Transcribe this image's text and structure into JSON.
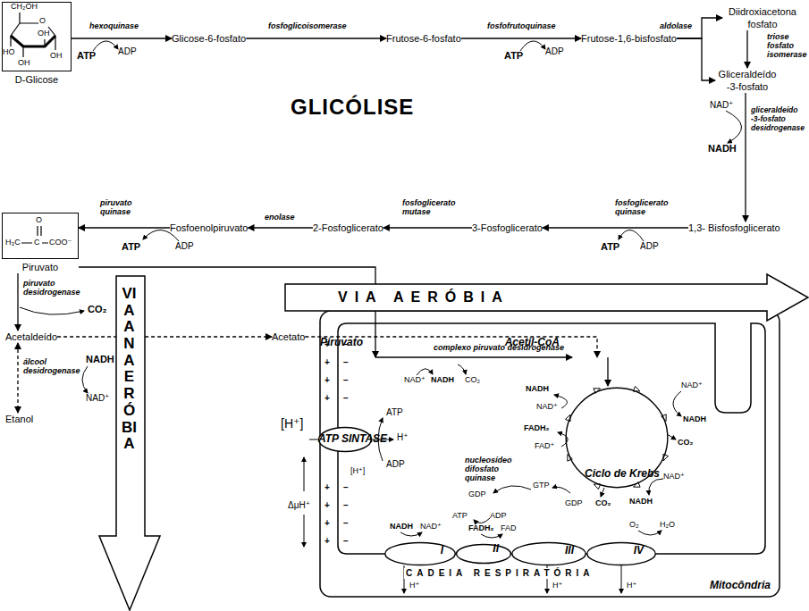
{
  "diagram": {
    "nodes": [
      {
        "text": [
          "D-Glicose"
        ]
      },
      {
        "text": [
          "Glicose-6-fosfato"
        ]
      },
      {
        "text": [
          "Frutose-6-fosfato"
        ]
      },
      {
        "text": [
          "Frutose-1,6-bisfosfato"
        ]
      },
      {
        "text": [
          "Diidroxiacetona fosfato"
        ]
      },
      {
        "text": [
          "Gliceraldeído -3-fosfato"
        ]
      },
      {
        "text": [
          "1,3- Bisfosfoglicerato"
        ]
      },
      {
        "text": [
          "3-Fosfoglicerato"
        ]
      },
      {
        "text": [
          "2-Fosfoglicerato"
        ]
      },
      {
        "text": [
          "Fosfoenolpiruvato"
        ]
      },
      {
        "text": [
          "Piruvato"
        ]
      },
      {
        "text": [
          "Acetaldeído"
        ]
      },
      {
        "text": [
          "Acetato"
        ]
      },
      {
        "text": [
          "Etanol"
        ]
      },
      {
        "text": [
          "VIA ANAERÓBIA"
        ]
      },
      {
        "text": [
          "VIA AERÓBIA"
        ]
      },
      {
        "text": [
          "Mitocôndria"
        ]
      },
      {
        "text": [
          "Piruvato"
        ],
        "in": 16
      },
      {
        "text": [
          "Acetil-CoA"
        ],
        "in": 16
      },
      {
        "text": [
          "Ciclo de Krebs"
        ],
        "in": 16
      },
      {
        "text": [
          "ATP SINTASE"
        ],
        "in": 16
      },
      {
        "text": [
          "I"
        ],
        "in": 16
      },
      {
        "text": [
          "II"
        ],
        "in": 16
      },
      {
        "text": [
          "III"
        ],
        "in": 16
      },
      {
        "text": [
          "IV"
        ],
        "in": 16
      }
    ],
    "edges": [
      {
        "from": 0,
        "to": 1,
        "arrow": "to",
        "label": "hexoquinase"
      },
      {
        "from": 1,
        "to": 2,
        "arrow": "to",
        "label": "fosfoglicoisomerase"
      },
      {
        "from": 2,
        "to": 3,
        "arrow": "to",
        "label": "fosfofrutoquinase"
      },
      {
        "from": 3,
        "to": 4,
        "arrow": "to",
        "label": "aldolase"
      },
      {
        "from": 3,
        "to": 5,
        "arrow": "to"
      },
      {
        "from": 4,
        "to": 5,
        "arrow": "to",
        "label": "triose fosfato isomerase"
      },
      {
        "from": 5,
        "to": 6,
        "arrow": "to",
        "label": "gliceraldeído -3-fosfato desidrogenase"
      },
      {
        "from": 6,
        "to": 7,
        "arrow": "to",
        "label": "fosfoglicerato quinase"
      },
      {
        "from": 7,
        "to": 8,
        "arrow": "to",
        "label": "fosfoglicerato mutase"
      },
      {
        "from": 8,
        "to": 9,
        "arrow": "to",
        "label": "enolase"
      },
      {
        "from": 9,
        "to": 10,
        "arrow": "to",
        "label": "piruvato quinase"
      },
      {
        "from": 10,
        "to": 11,
        "arrow": "to",
        "label": "piruvato desidrogenase"
      },
      {
        "from": 11,
        "to": 12,
        "arrow": "to"
      },
      {
        "from": 11,
        "to": 13,
        "arrow": "both",
        "label": "álcool desidrogenase"
      },
      {
        "from": 10,
        "to": 17,
        "arrow": "to"
      },
      {
        "from": 12,
        "to": 18,
        "arrow": "to"
      },
      {
        "from": 17,
        "to": 18,
        "arrow": "to",
        "label": "complexo piruvato desidrogenase"
      },
      {
        "from": 18,
        "to": 19,
        "arrow": "to"
      }
    ],
    "labels": [
      "CH₂OH",
      "O",
      "OH",
      "HO",
      "OH",
      "OH",
      "ATP",
      "ADP",
      "ATP",
      "ADP",
      "GLICÓLISE",
      "NAD⁺",
      "NADH",
      "ATP",
      "ADP",
      "ATP",
      "ADP",
      "O",
      "H₃C",
      "C",
      "COO⁻",
      "CO₂",
      "NADH",
      "NAD⁺",
      "NAD⁺",
      "NADH",
      "CO₂",
      "NADH",
      "NAD⁺",
      "FADH₂",
      "FAD⁺",
      "nucleosídeo difosfato quinase",
      "GTP",
      "GDP",
      "ATP",
      "ADP",
      "GDP",
      "CO₂",
      "NADH",
      "NAD⁺",
      "NAD⁺",
      "NADH",
      "CO₂",
      "ATP",
      "H⁺",
      "ADP",
      "[H⁺]",
      "[H⁺]",
      "ΔμH⁺",
      "+",
      "+",
      "+",
      "+",
      "+",
      "+",
      "+",
      "+",
      "−",
      "−",
      "−",
      "−",
      "−",
      "−",
      "−",
      "−",
      "NADH",
      "NAD⁺",
      "FADH₂",
      "FAD",
      "O₂",
      "H₂O",
      "CADEIA RESPIRATÓRIA",
      "H⁺",
      "H⁺",
      "H⁺"
    ]
  }
}
